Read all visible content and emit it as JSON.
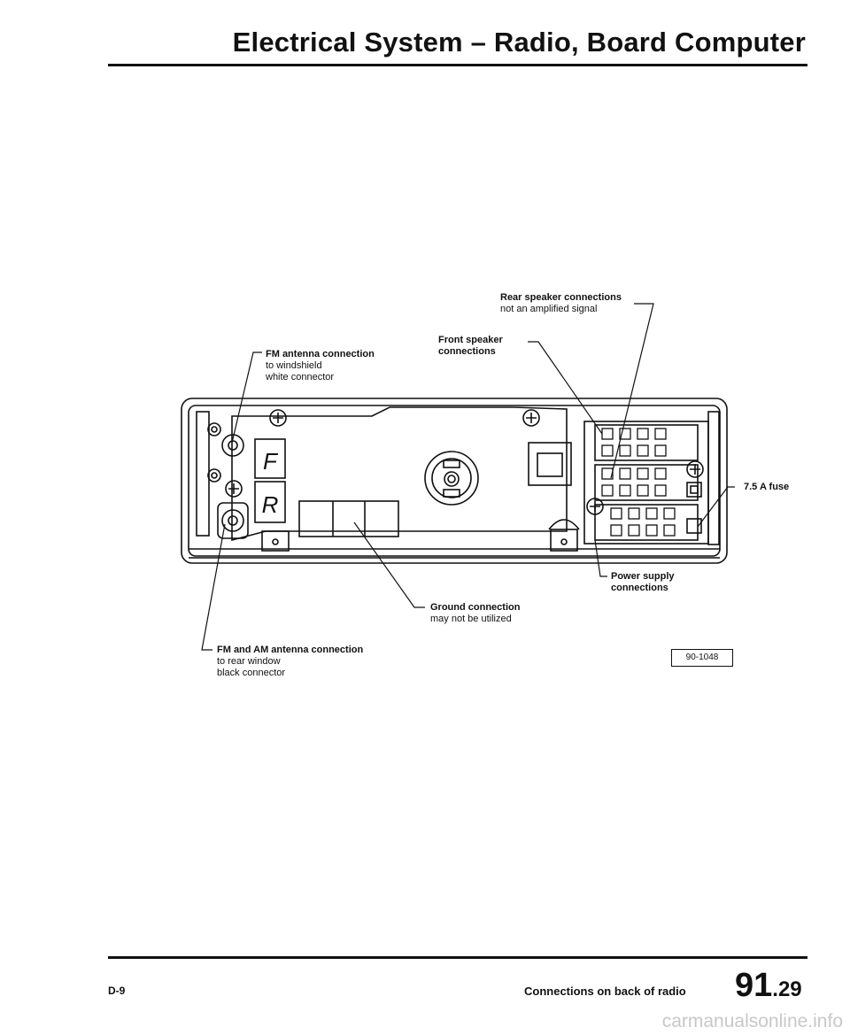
{
  "header": {
    "title": "Electrical System – Radio, Board Computer"
  },
  "labels": {
    "fm_antenna": {
      "bold": "FM antenna connection",
      "lines": [
        "to windshield",
        "white connector"
      ]
    },
    "front_speaker": {
      "bold": [
        "Front speaker",
        "connections"
      ]
    },
    "rear_speaker": {
      "bold": "Rear speaker connections",
      "line": "not an amplified signal"
    },
    "fuse": {
      "bold": "7.5 A fuse"
    },
    "power_supply": {
      "bold": [
        "Power supply",
        "connections"
      ]
    },
    "ground": {
      "bold": "Ground connection",
      "line": "may not be utilized"
    },
    "fm_am_antenna": {
      "bold": "FM and AM antenna connection",
      "lines": [
        "to rear window",
        "black connector"
      ]
    }
  },
  "panel": {
    "f_label": "F",
    "r_label": "R"
  },
  "figure_id": "90-1048",
  "footer": {
    "page_ref": "D-9",
    "caption": "Connections on back of radio",
    "page_number": "91",
    "page_sub": ".29"
  },
  "watermark": "carmanualsonline.info"
}
